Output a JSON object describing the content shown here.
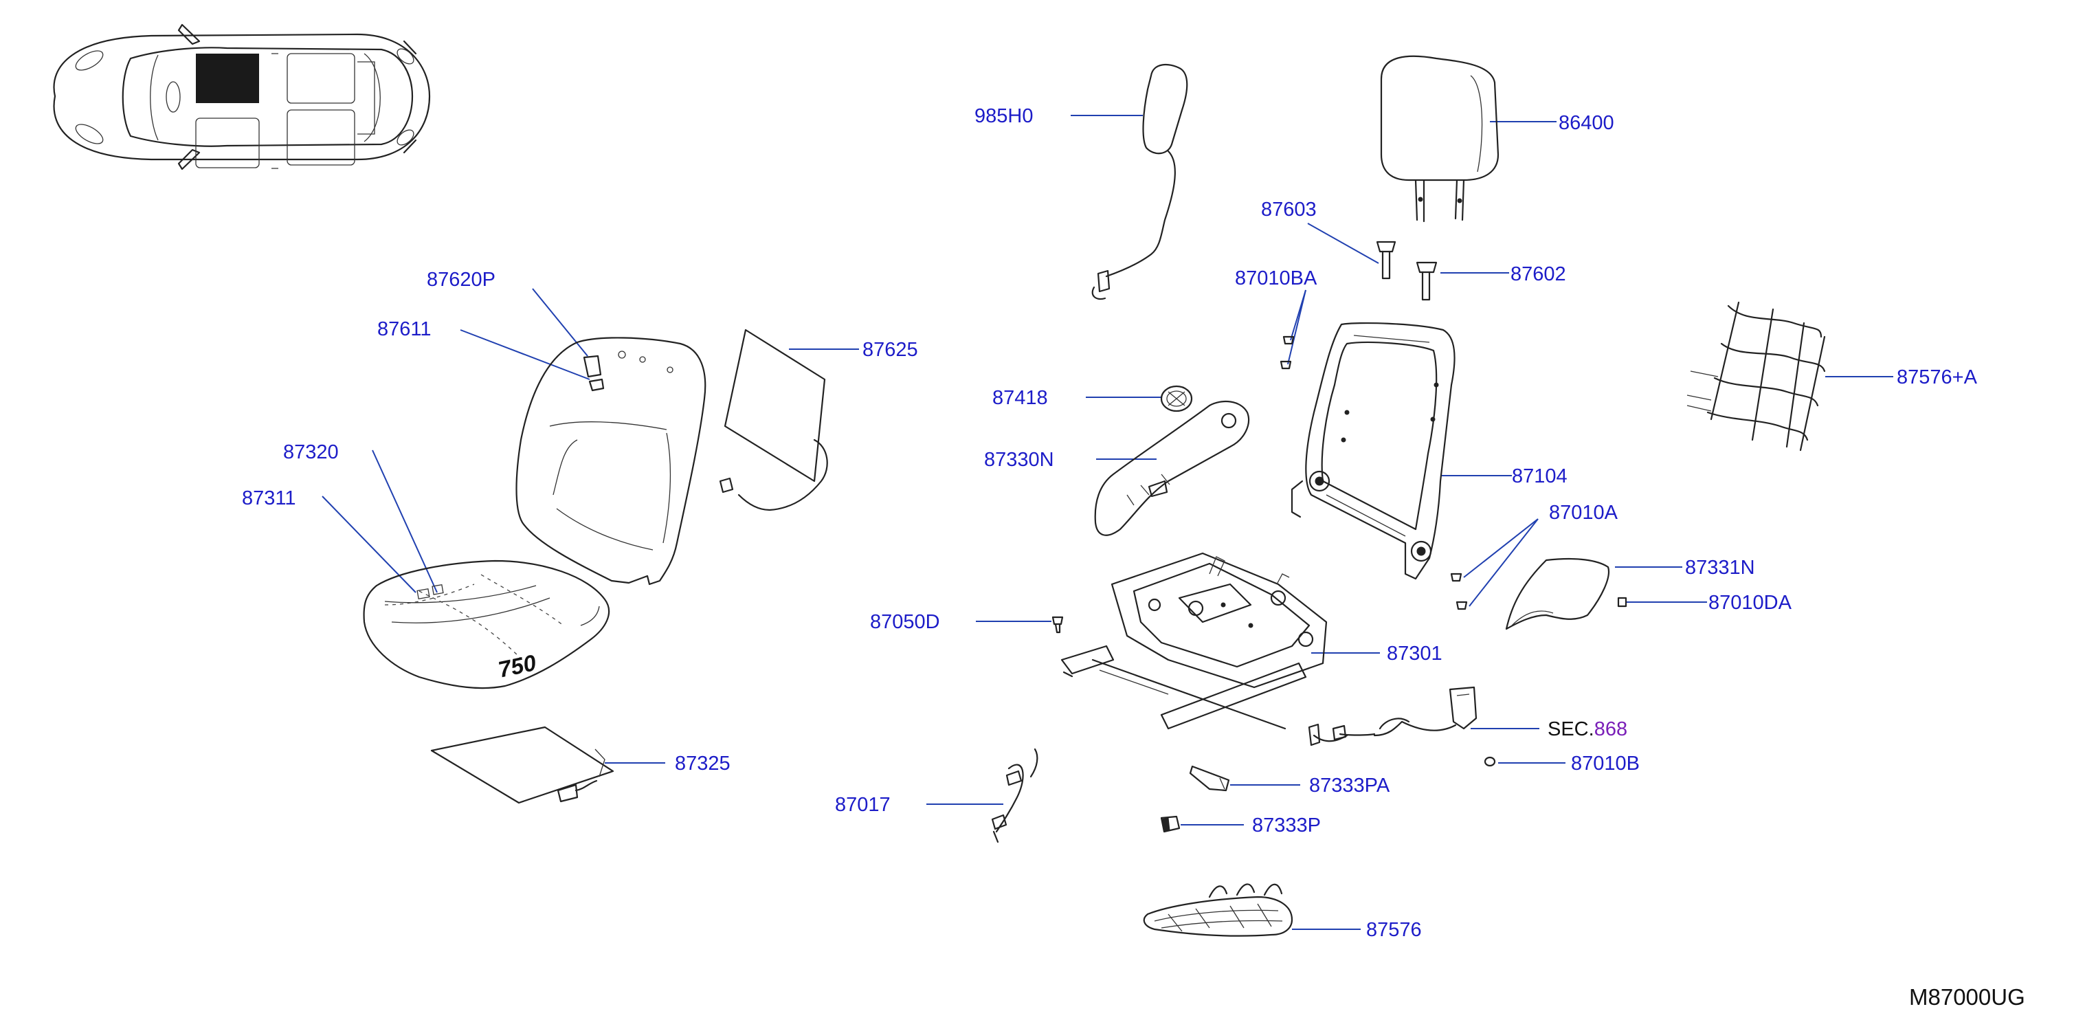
{
  "diagram_code": "M87000UG",
  "callouts": {
    "p985H0": "985H0",
    "p86400": "86400",
    "p87603": "87603",
    "p87010BA": "87010BA",
    "p87602": "87602",
    "p87620P": "87620P",
    "p87611": "87611",
    "p87625": "87625",
    "p87418": "87418",
    "p87576A": "87576+A",
    "p87330N": "87330N",
    "p87104": "87104",
    "p87320": "87320",
    "p87311": "87311",
    "p87010A": "87010A",
    "p87331N": "87331N",
    "p87010DA": "87010DA",
    "p87050D": "87050D",
    "p87301": "87301",
    "sec_prefix": "SEC.",
    "sec_number": "868",
    "p87325": "87325",
    "p87010B": "87010B",
    "p87333PA": "87333PA",
    "p87017": "87017",
    "p87333P": "87333P",
    "p87576": "87576"
  },
  "seat_stamp": "750",
  "colors": {
    "callout": "#1c1cc8",
    "section_ref": "#7a1fb8",
    "leader": "#2040b0",
    "linework": "#222222"
  }
}
